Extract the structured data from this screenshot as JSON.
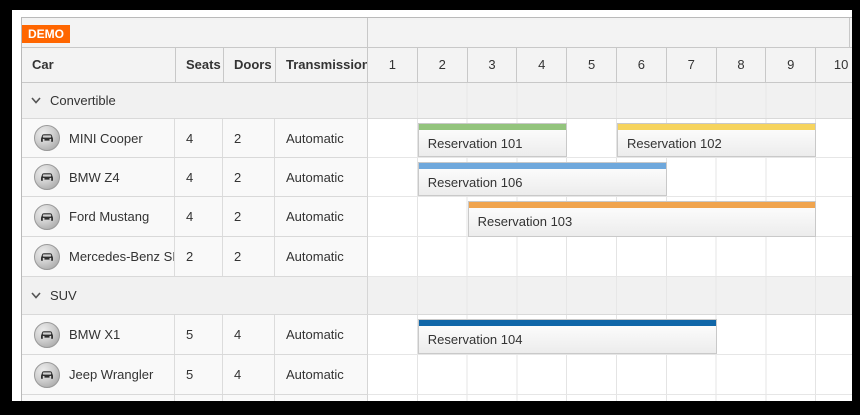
{
  "badge": {
    "label": "DEMO",
    "color": "#ff6600"
  },
  "columns": {
    "car": "Car",
    "seats": "Seats",
    "doors": "Doors",
    "transmission": "Transmission"
  },
  "timeline": {
    "days": [
      "1",
      "2",
      "3",
      "4",
      "5",
      "6",
      "7",
      "8",
      "9",
      "10"
    ]
  },
  "rows": [
    {
      "type": "group",
      "label": "Convertible"
    },
    {
      "type": "car",
      "name": "MINI Cooper",
      "seats": "4",
      "doors": "2",
      "transmission": "Automatic"
    },
    {
      "type": "car",
      "name": "BMW Z4",
      "seats": "4",
      "doors": "2",
      "transmission": "Automatic"
    },
    {
      "type": "car",
      "name": "Ford Mustang",
      "seats": "4",
      "doors": "2",
      "transmission": "Automatic"
    },
    {
      "type": "car",
      "name": "Mercedes-Benz SL",
      "seats": "2",
      "doors": "2",
      "transmission": "Automatic"
    },
    {
      "type": "group",
      "label": "SUV"
    },
    {
      "type": "car",
      "name": "BMW X1",
      "seats": "5",
      "doors": "4",
      "transmission": "Automatic"
    },
    {
      "type": "car",
      "name": "Jeep Wrangler",
      "seats": "5",
      "doors": "4",
      "transmission": "Automatic"
    }
  ],
  "events": [
    {
      "label": "Reservation 101",
      "car": "MINI Cooper",
      "day_start": 2,
      "day_end": 4,
      "bar_color": "#93c47d"
    },
    {
      "label": "Reservation 102",
      "car": "MINI Cooper",
      "day_start": 6,
      "day_end": 9,
      "bar_color": "#f6d45e"
    },
    {
      "label": "Reservation 106",
      "car": "BMW Z4",
      "day_start": 2,
      "day_end": 6,
      "bar_color": "#6fa8dc"
    },
    {
      "label": "Reservation 103",
      "car": "Ford Mustang",
      "day_start": 3,
      "day_end": 9,
      "bar_color": "#f0a44e"
    },
    {
      "label": "Reservation 104",
      "car": "BMW X1",
      "day_start": 2,
      "day_end": 7,
      "bar_color": "#1066a8"
    }
  ]
}
